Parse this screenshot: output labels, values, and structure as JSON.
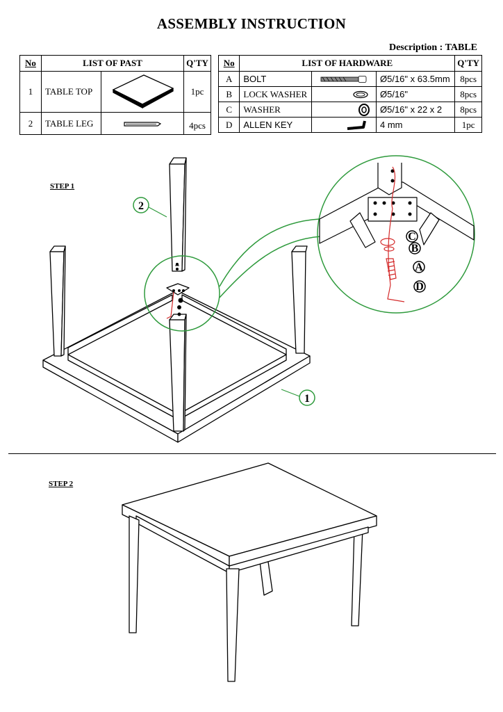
{
  "title": "ASSEMBLY INSTRUCTION",
  "description": "Description : TABLE",
  "parts_table": {
    "headers": {
      "no": "No",
      "list": "LIST OF PAST",
      "qty": "Q'TY"
    },
    "rows": [
      {
        "no": "1",
        "name": "TABLE TOP",
        "qty": "1pc"
      },
      {
        "no": "2",
        "name": "TABLE LEG",
        "qty": "4pcs"
      }
    ]
  },
  "hardware_table": {
    "headers": {
      "no": "No",
      "list": "LIST OF HARDWARE",
      "qty": "Q'TY"
    },
    "rows": [
      {
        "no": "A",
        "name": "BOLT",
        "spec": "Ø5/16\" x 63.5mm",
        "qty": "8pcs"
      },
      {
        "no": "B",
        "name": "LOCK WASHER",
        "spec": "Ø5/16\"",
        "qty": "8pcs"
      },
      {
        "no": "C",
        "name": "WASHER",
        "spec": "Ø5/16\" x 22 x 2",
        "qty": "8pcs"
      },
      {
        "no": "D",
        "name": "ALLEN KEY",
        "spec": "4 mm",
        "qty": "1pc"
      }
    ]
  },
  "steps": {
    "step1": "STEP 1",
    "step2": "STEP 2"
  },
  "callouts": {
    "leg": "2",
    "top": "1",
    "a": "A",
    "b": "B",
    "c": "C",
    "d": "D"
  },
  "colors": {
    "line": "#000000",
    "callout_green": "#2e9a3c",
    "hardware_red": "#d42a2a"
  }
}
